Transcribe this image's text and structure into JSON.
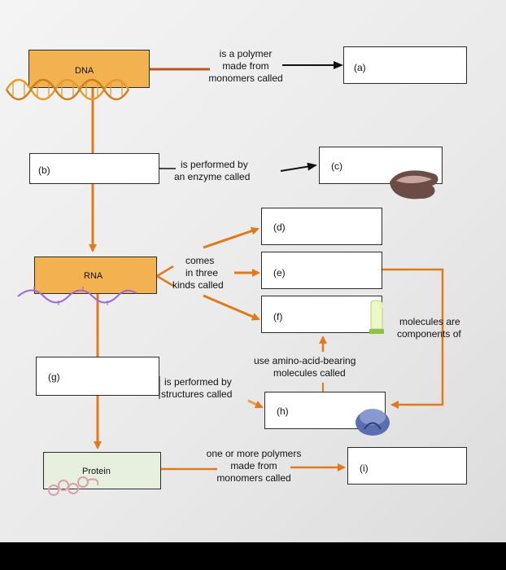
{
  "nodes": {
    "dna": "DNA",
    "rna": "RNA",
    "protein": "Protein",
    "a": "(a)",
    "b": "(b)",
    "c": "(c)",
    "d": "(d)",
    "e": "(e)",
    "f": "(f)",
    "g": "(g)",
    "h": "(h)",
    "i": "(i)"
  },
  "phrases": {
    "dna_polymer": [
      "is a polymer",
      "made from",
      "monomers called"
    ],
    "performed_enzyme": [
      "is performed by",
      "an enzyme called"
    ],
    "comes_in_three": [
      "comes",
      "in three",
      "kinds called"
    ],
    "molecules_components": [
      "molecules are",
      "components of"
    ],
    "amino_acid": [
      "use amino-acid-bearing",
      "molecules called"
    ],
    "performed_structures": [
      "is performed by",
      "structures called"
    ],
    "protein_polymers": [
      "one or more polymers",
      "made from",
      "monomers called"
    ]
  },
  "colors": {
    "arrow_orange": "#e07a1a",
    "box_orange": "#f2b24f",
    "helix_orange": "#e69a2c",
    "rna_strand": "#a066d8",
    "protein_strand": "#d9a0b0",
    "black_arrow": "#111111"
  },
  "icons": [
    "dna-helix-icon",
    "enzyme-icon",
    "trna-icon",
    "ribosome-icon",
    "rna-strand-icon",
    "protein-chain-icon"
  ]
}
